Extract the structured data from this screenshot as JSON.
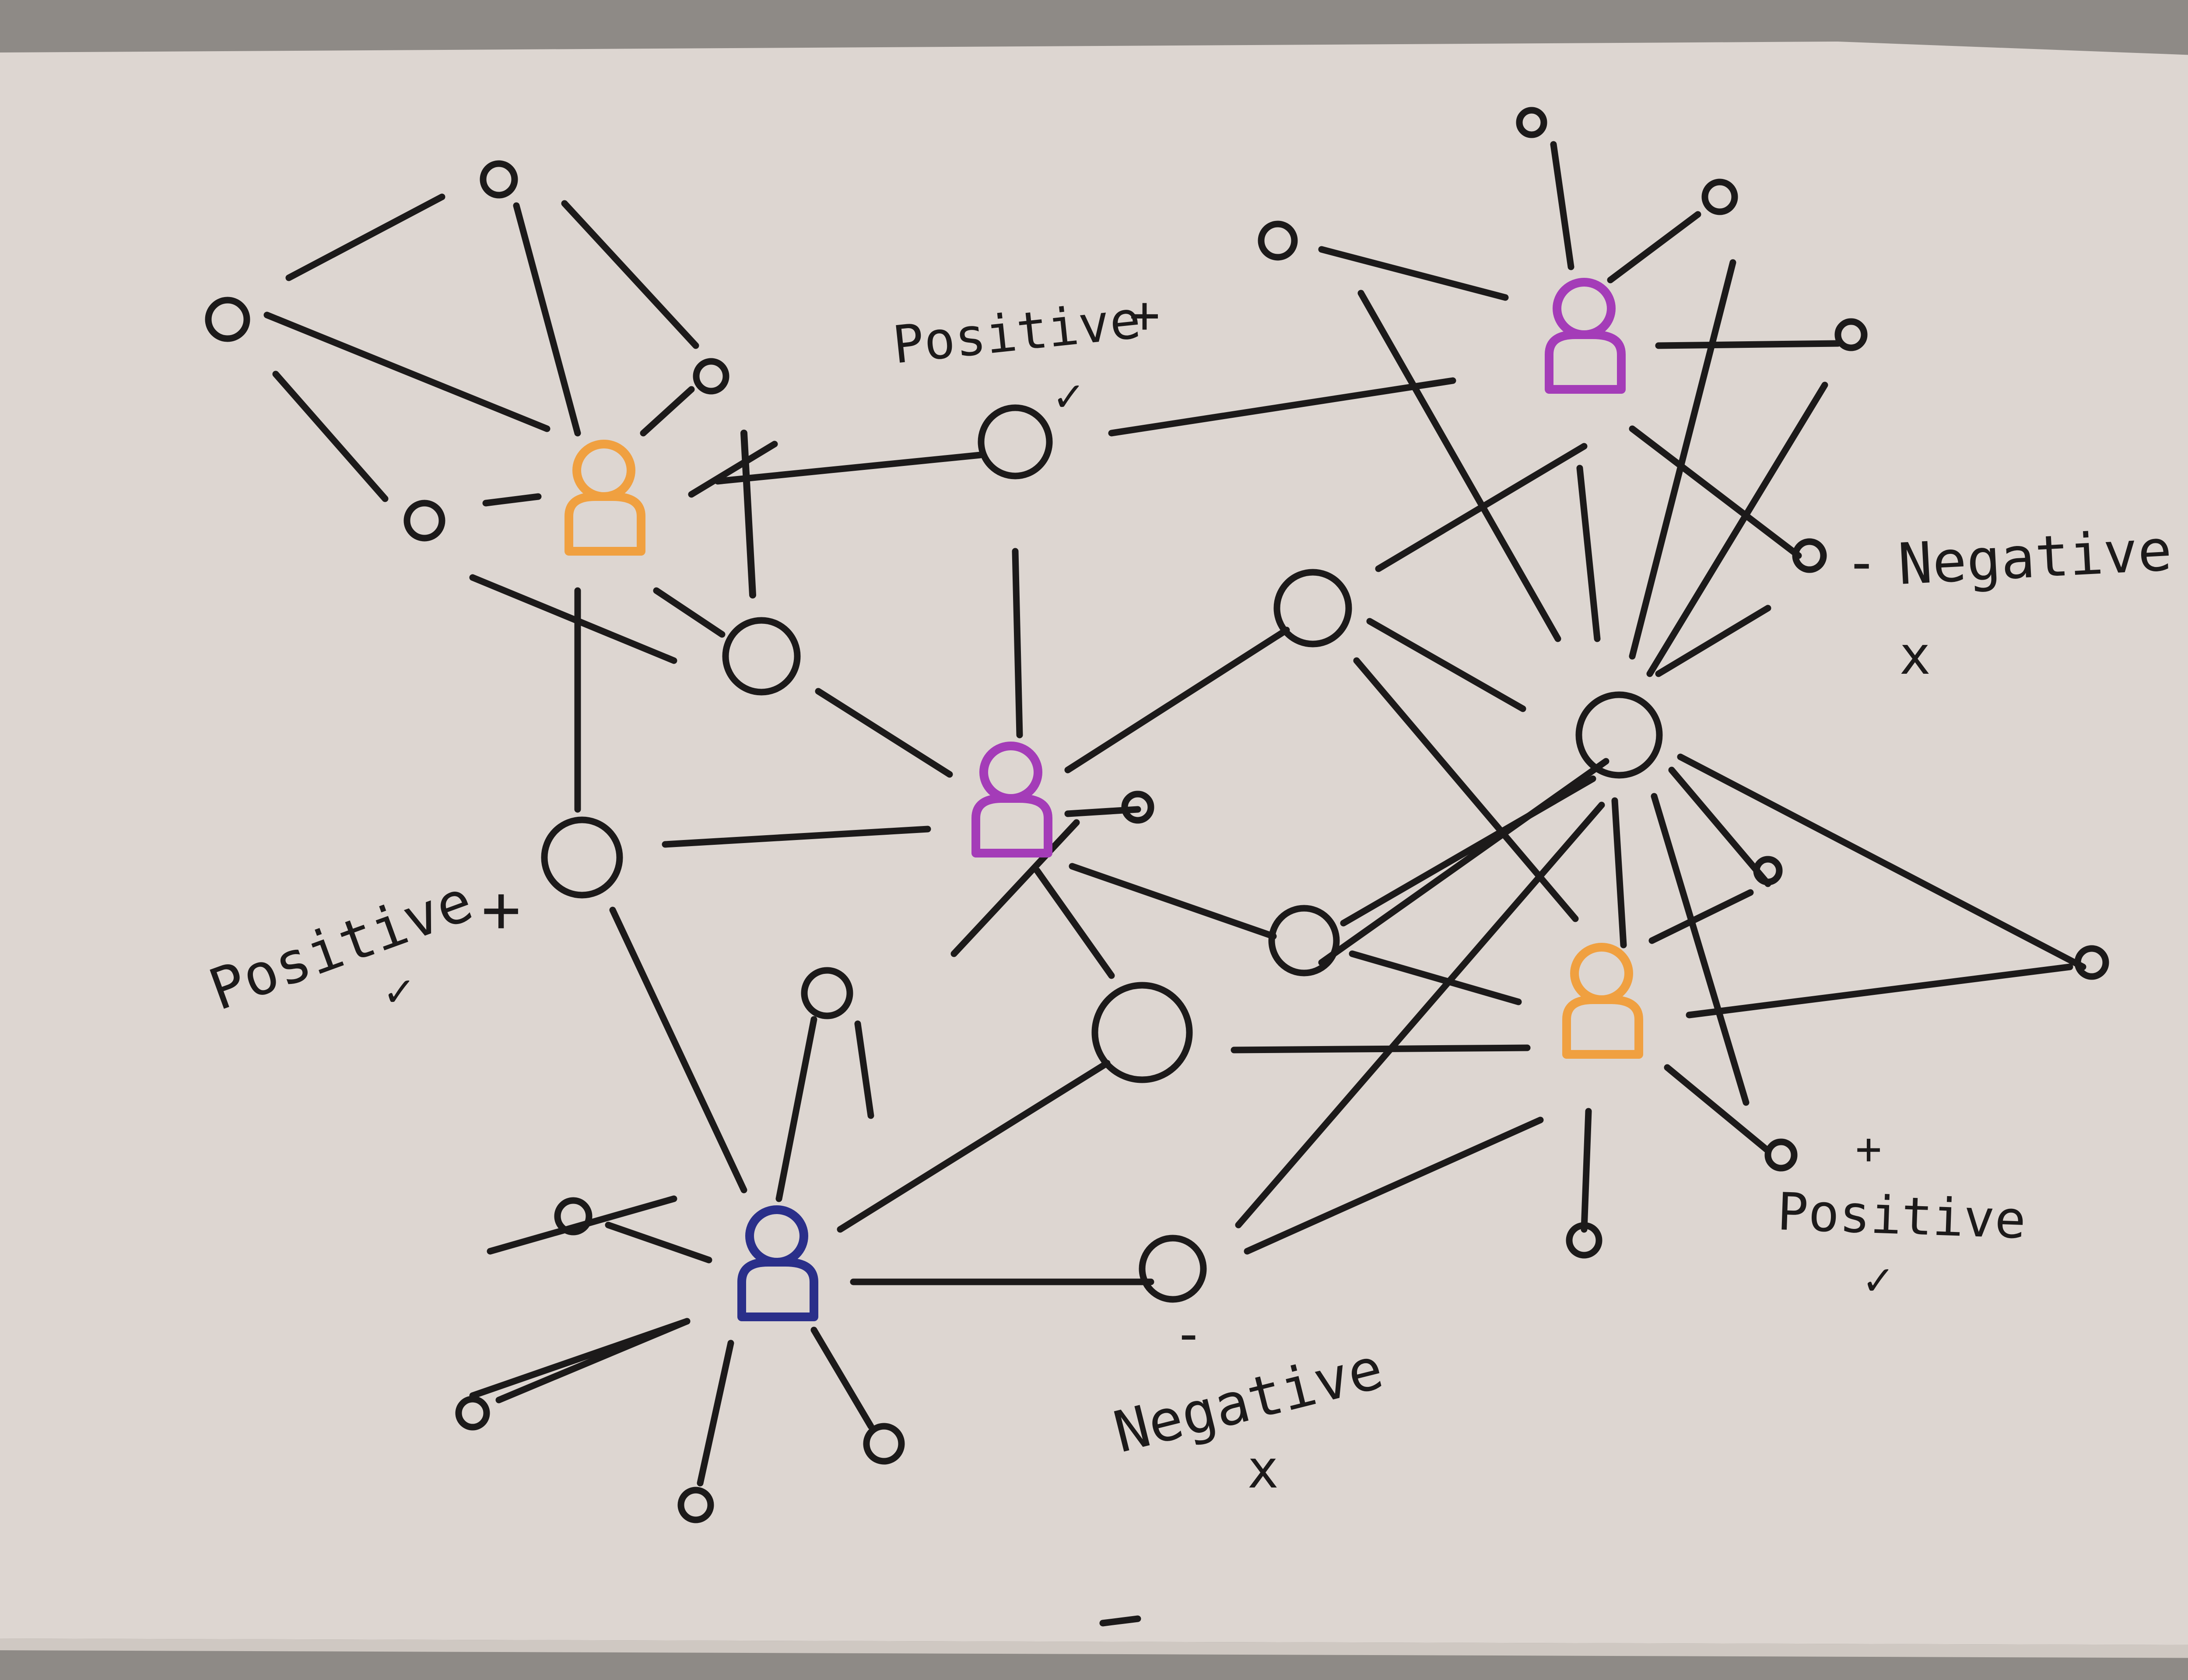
{
  "colors": {
    "paper": "#ddd6d1",
    "paper_edge": "#cfc8c2",
    "ink": "#1c1a1a",
    "orange": "#f0a040",
    "purple": "#a43cb8",
    "navy": "#2a2f8a"
  },
  "annotations": {
    "top_label": "Positive",
    "top_sign": "+",
    "top_mark": "✓",
    "left_label": "Positive",
    "left_mark": "✓",
    "left_sign": "+",
    "right_sign": "-",
    "right_label": "Negative",
    "right_mark": "x",
    "bottom_sign": "-",
    "bottom_label": "Negative",
    "bottom_mark": "x",
    "br_sign": "+",
    "br_label": "Positive",
    "br_mark": "✓"
  },
  "people": [
    {
      "id": "p1",
      "color": "orange"
    },
    {
      "id": "p2",
      "color": "purple"
    },
    {
      "id": "p3",
      "color": "purple"
    },
    {
      "id": "p4",
      "color": "orange"
    },
    {
      "id": "p5",
      "color": "navy"
    }
  ]
}
